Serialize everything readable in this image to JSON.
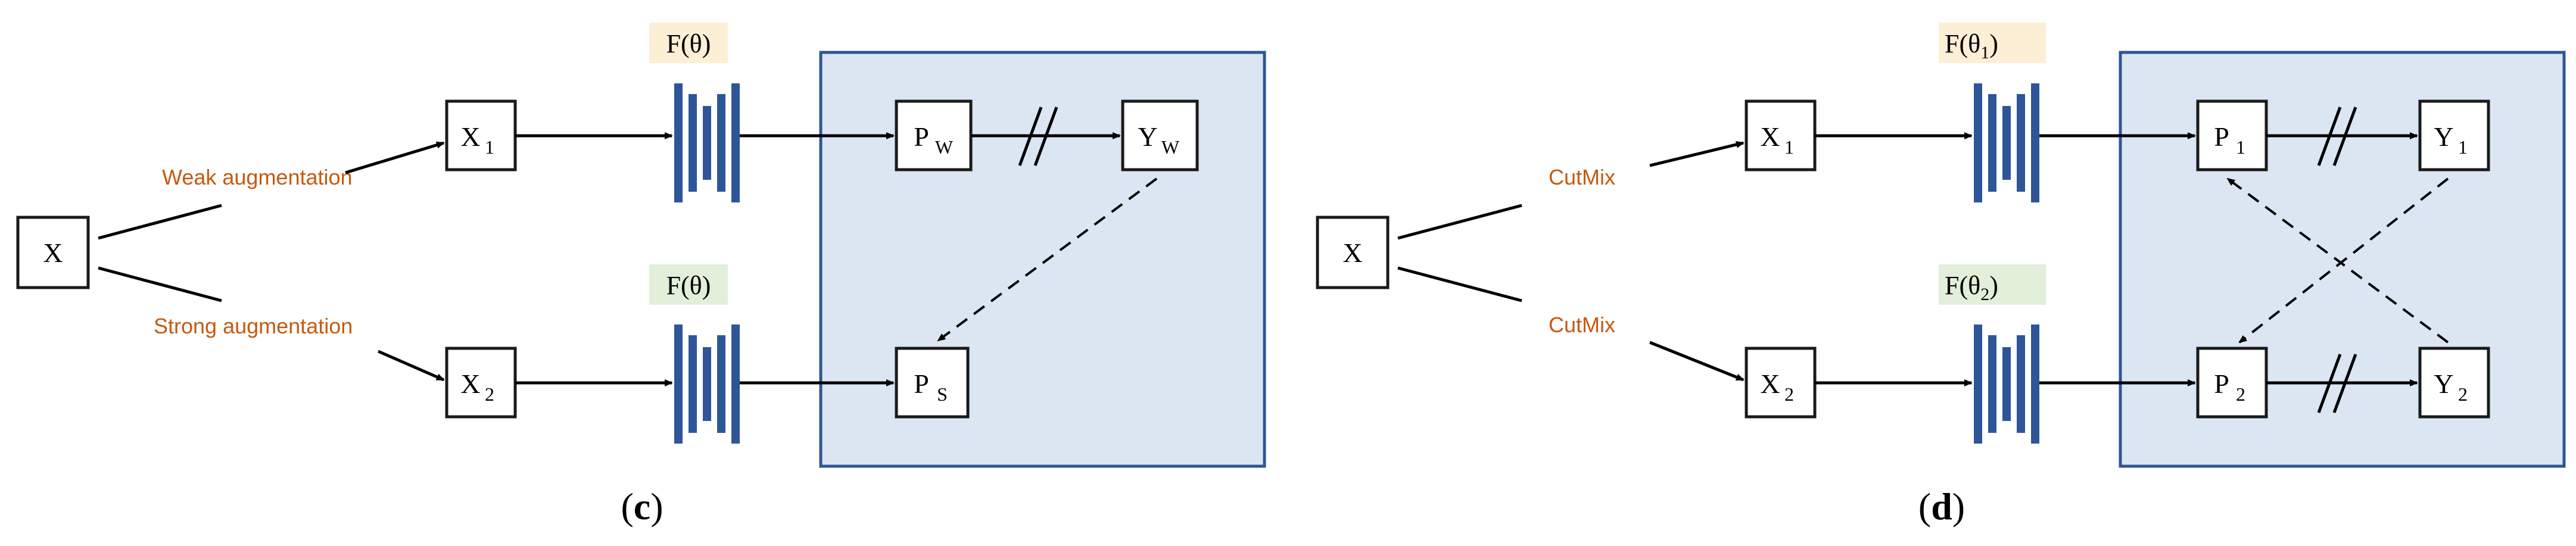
{
  "panel_c": {
    "input_label": "X",
    "aug_weak": "Weak augmentation",
    "aug_strong": "Strong augmentation",
    "x1_main": "X",
    "x1_sub": "1",
    "x2_main": "X",
    "x2_sub": "2",
    "model_top": "F(θ)",
    "model_bottom": "F(θ)",
    "pw_main": "P",
    "pw_sub": "W",
    "yw_main": "Y",
    "yw_sub": "W",
    "ps_main": "P",
    "ps_sub": "S",
    "caption_open": "(",
    "caption_letter": "c",
    "caption_close": ")"
  },
  "panel_d": {
    "input_label": "X",
    "aug_top": "CutMix",
    "aug_bottom": "CutMix",
    "x1_main": "X",
    "x1_sub": "1",
    "x2_main": "X",
    "x2_sub": "2",
    "model_top_main": "F(θ",
    "model_top_sub": "1",
    "model_top_close": ")",
    "model_bottom_main": "F(θ",
    "model_bottom_sub": "2",
    "model_bottom_close": ")",
    "p1_main": "P",
    "p1_sub": "1",
    "y1_main": "Y",
    "y1_sub": "1",
    "p2_main": "P",
    "p2_sub": "2",
    "y2_main": "Y",
    "y2_sub": "2",
    "caption_open": "(",
    "caption_letter": "d",
    "caption_close": ")"
  },
  "colors": {
    "panel_fill": "#dce6f2",
    "panel_stroke": "#2e5597",
    "model_bars": "#2e5597",
    "augmentation_text": "#c55a11",
    "model_label_bg_top": "#fdefd6",
    "model_label_bg_bottom": "#e2efd9"
  }
}
